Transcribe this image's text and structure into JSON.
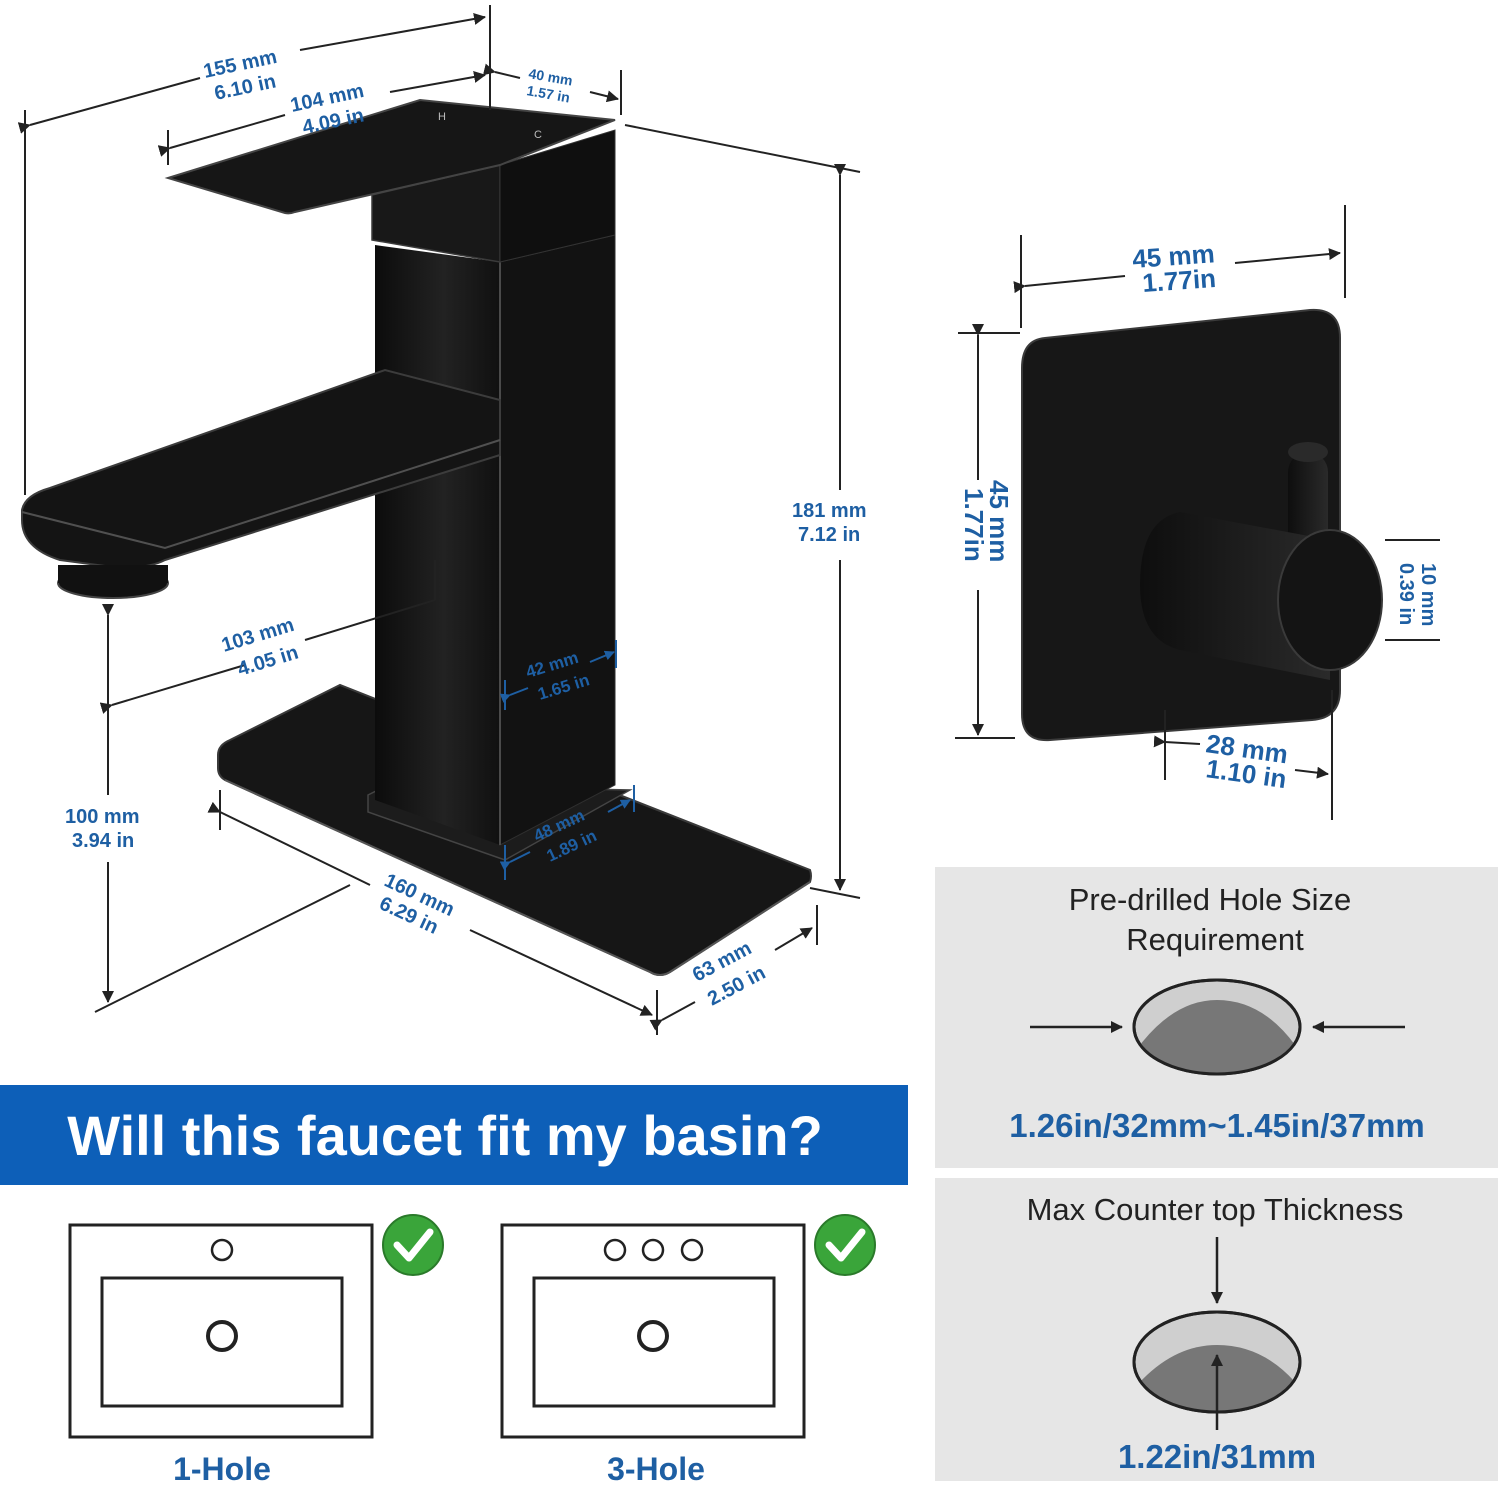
{
  "colors": {
    "accent_blue": "#1e5fa3",
    "banner_blue": "#0d5fb8",
    "panel_gray": "#e6e6e6",
    "product_black": "#141414",
    "check_green": "#3aa53a"
  },
  "faucet_dims": {
    "total_length": {
      "mm": "155 mm",
      "in": "6.10 in"
    },
    "handle_length": {
      "mm": "104 mm",
      "in": "4.09 in"
    },
    "handle_width": {
      "mm": "40 mm",
      "in": "1.57 in"
    },
    "height": {
      "mm": "181 mm",
      "in": "7.12 in"
    },
    "spout_reach": {
      "mm": "103 mm",
      "in": "4.05 in"
    },
    "body_width": {
      "mm": "42 mm",
      "in": "1.65 in"
    },
    "base_width": {
      "mm": "48 mm",
      "in": "1.89 in"
    },
    "spout_height": {
      "mm": "100 mm",
      "in": "3.94 in"
    },
    "deck_length": {
      "mm": "160 mm",
      "in": "6.29 in"
    },
    "deck_width": {
      "mm": "63 mm",
      "in": "2.50 in"
    }
  },
  "hook_dims": {
    "width": {
      "mm": "45 mm",
      "in": "1.77in"
    },
    "height": {
      "mm": "45 mm",
      "in": "1.77in"
    },
    "knob_dia": {
      "mm": "10 mm",
      "in": "0.39 in"
    },
    "depth": {
      "mm": "28 mm",
      "in": "1.10 in"
    }
  },
  "handle_marks": {
    "hot": "H",
    "cold": "C"
  },
  "banner": {
    "text": "Will this faucet fit my basin?"
  },
  "basins": [
    {
      "label": "1-Hole",
      "fits": true,
      "icon": "check-icon"
    },
    {
      "label": "3-Hole",
      "fits": true,
      "icon": "check-icon"
    }
  ],
  "hole_panel": {
    "title_line1": "Pre-drilled Hole Size",
    "title_line2": "Requirement",
    "value": "1.26in/32mm~1.45in/37mm"
  },
  "thickness_panel": {
    "title": "Max Counter top Thickness",
    "value": "1.22in/31mm"
  }
}
